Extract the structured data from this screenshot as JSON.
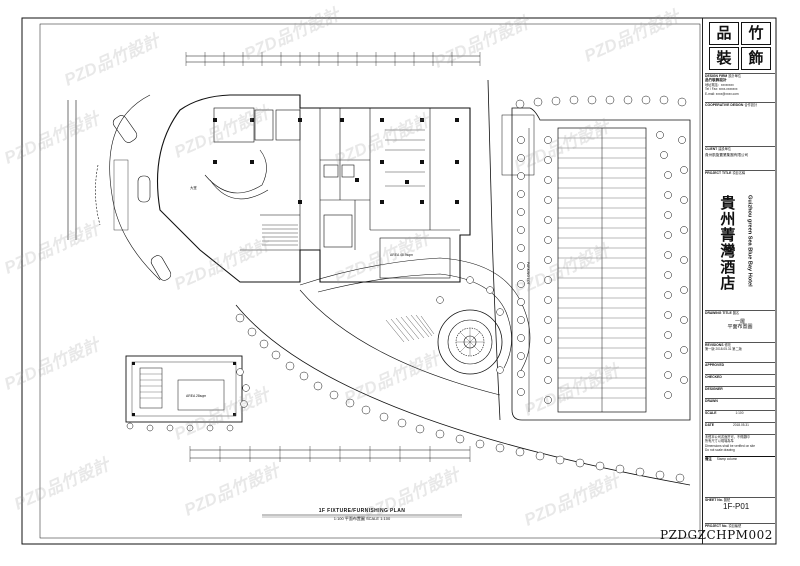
{
  "watermark": "PZD品竹設計",
  "title_block": {
    "logo_chars": [
      "品",
      "竹",
      "裝",
      "飾"
    ],
    "design_firm_label": "DESIGN FIRM",
    "design_firm_cn": "設計單位",
    "firm_name": "品竹裝飾設計",
    "firm_lines": [
      "地址電話：xxxxxxxx",
      "Tel / Fax: xxxx-xxxxxxx",
      "E-mail: xxxx@xxxx.com"
    ],
    "coop_label": "COOPERATIVE DESIGN",
    "coop_cn": "合作設計",
    "client_label": "CLIENT",
    "client_cn": "建設單位",
    "client_name": "貴州凱旋置業集團有限公司",
    "project_label": "PROJECT TITLE",
    "project_cn": "項目名稱",
    "project_title_cn": "貴州菁灣酒店",
    "project_title_en": "Guizhou green Sea Blue Bay Hotel",
    "drawing_label": "DRAWING TITLE",
    "drawing_cn": "圖名",
    "drawing_title_line1": "一層",
    "drawing_title_line2": "平面布置圖",
    "revisions_label": "REVISIONS",
    "revisions_cn": "修改",
    "revision_entry": "第一版  2018.05.31  第二版",
    "approved_label": "APPROVED",
    "checked_label": "CHECKED",
    "designer_label": "DESIGNER",
    "drawn_label": "DRAWN",
    "scale_label": "SCALE",
    "scale_value": "1:100",
    "date_label": "DATE",
    "date_value": "2018.05.31",
    "notes": [
      "未經本公司書面許可，不得翻印",
      "所有尺寸以現場為準",
      "Dimensions shall be verified on site",
      "Do not scale drawing"
    ],
    "remarks_label": "備注",
    "remarks_value": "Stamp column",
    "sheet_label": "SHEET No.",
    "sheet_cn": "圖號",
    "sheet_no": "1F-P01",
    "project_no_label": "PROJECT No.",
    "project_no_cn": "項目編號"
  },
  "drawing": {
    "plan_title": "1F  FIXTURE/FURNISHING PLAN",
    "plan_subtitle": "1:100  平面布置圖   SCALE 1:100",
    "area_label_1": "AREA 48.9sqm",
    "area_label_2": "AREA 28sqm",
    "lobby_label": "大堂",
    "parking_label": "PARKING LOT"
  },
  "doc_id": "PZDGZCHPM002"
}
